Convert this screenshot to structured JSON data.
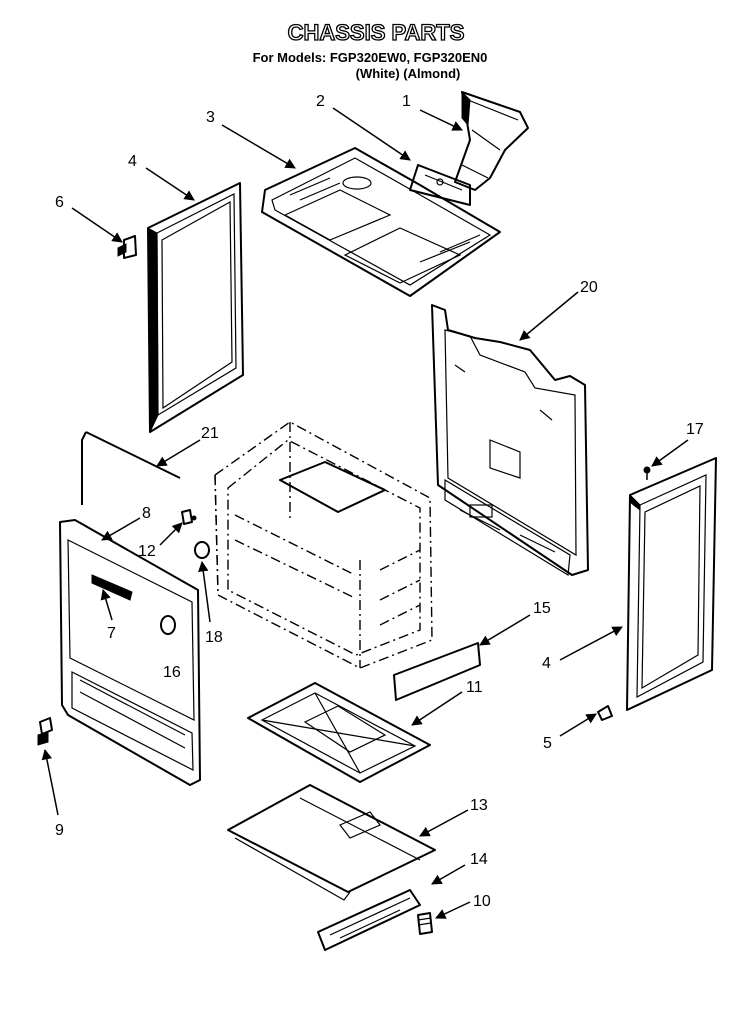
{
  "header": {
    "title": "CHASSIS PARTS",
    "models_line": "For Models: FGP320EW0, FGP320EN0",
    "colors_line": "(White)    (Almond)"
  },
  "callouts": [
    {
      "id": "c1",
      "label": "1",
      "part": "part-1"
    },
    {
      "id": "c2",
      "label": "2",
      "part": "part-2"
    },
    {
      "id": "c3",
      "label": "3",
      "part": "part-3"
    },
    {
      "id": "c4a",
      "label": "4",
      "part": "part-4-left"
    },
    {
      "id": "c4b",
      "label": "4",
      "part": "part-4-right"
    },
    {
      "id": "c5",
      "label": "5",
      "part": "part-5"
    },
    {
      "id": "c6",
      "label": "6",
      "part": "part-6"
    },
    {
      "id": "c7",
      "label": "7",
      "part": "part-7"
    },
    {
      "id": "c8",
      "label": "8",
      "part": "part-8"
    },
    {
      "id": "c9",
      "label": "9",
      "part": "part-9"
    },
    {
      "id": "c10",
      "label": "10",
      "part": "part-10"
    },
    {
      "id": "c11",
      "label": "11",
      "part": "part-11"
    },
    {
      "id": "c12",
      "label": "12",
      "part": "part-12"
    },
    {
      "id": "c13",
      "label": "13",
      "part": "part-13"
    },
    {
      "id": "c14",
      "label": "14",
      "part": "part-14"
    },
    {
      "id": "c15",
      "label": "15",
      "part": "part-15"
    },
    {
      "id": "c16",
      "label": "16",
      "part": "part-16"
    },
    {
      "id": "c17",
      "label": "17",
      "part": "part-17"
    },
    {
      "id": "c18",
      "label": "18",
      "part": "part-18"
    },
    {
      "id": "c20",
      "label": "20",
      "part": "part-20"
    },
    {
      "id": "c21",
      "label": "21",
      "part": "part-21"
    }
  ]
}
